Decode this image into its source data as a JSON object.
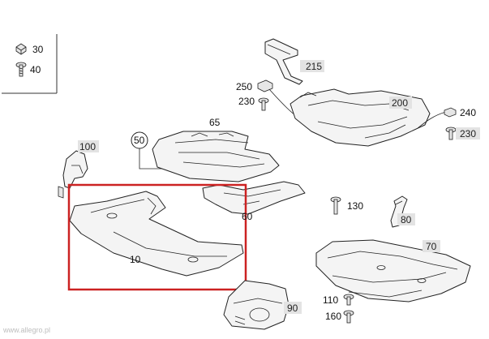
{
  "callouts": [
    {
      "id": "30",
      "label": "30"
    },
    {
      "id": "40",
      "label": "40"
    },
    {
      "id": "215",
      "label": "215"
    },
    {
      "id": "250",
      "label": "250"
    },
    {
      "id": "230a",
      "label": "230"
    },
    {
      "id": "200",
      "label": "200"
    },
    {
      "id": "240",
      "label": "240"
    },
    {
      "id": "230b",
      "label": "230"
    },
    {
      "id": "65",
      "label": "65"
    },
    {
      "id": "50",
      "label": "50"
    },
    {
      "id": "100",
      "label": "100"
    },
    {
      "id": "60",
      "label": "60"
    },
    {
      "id": "130",
      "label": "130"
    },
    {
      "id": "80",
      "label": "80"
    },
    {
      "id": "70",
      "label": "70"
    },
    {
      "id": "10",
      "label": "10"
    },
    {
      "id": "90",
      "label": "90"
    },
    {
      "id": "110",
      "label": "110"
    },
    {
      "id": "160",
      "label": "160"
    }
  ],
  "watermark": "www.allegro.pl",
  "colors": {
    "highlight": "#cc2222",
    "badge": "#e3e3e3",
    "line": "#222222"
  }
}
